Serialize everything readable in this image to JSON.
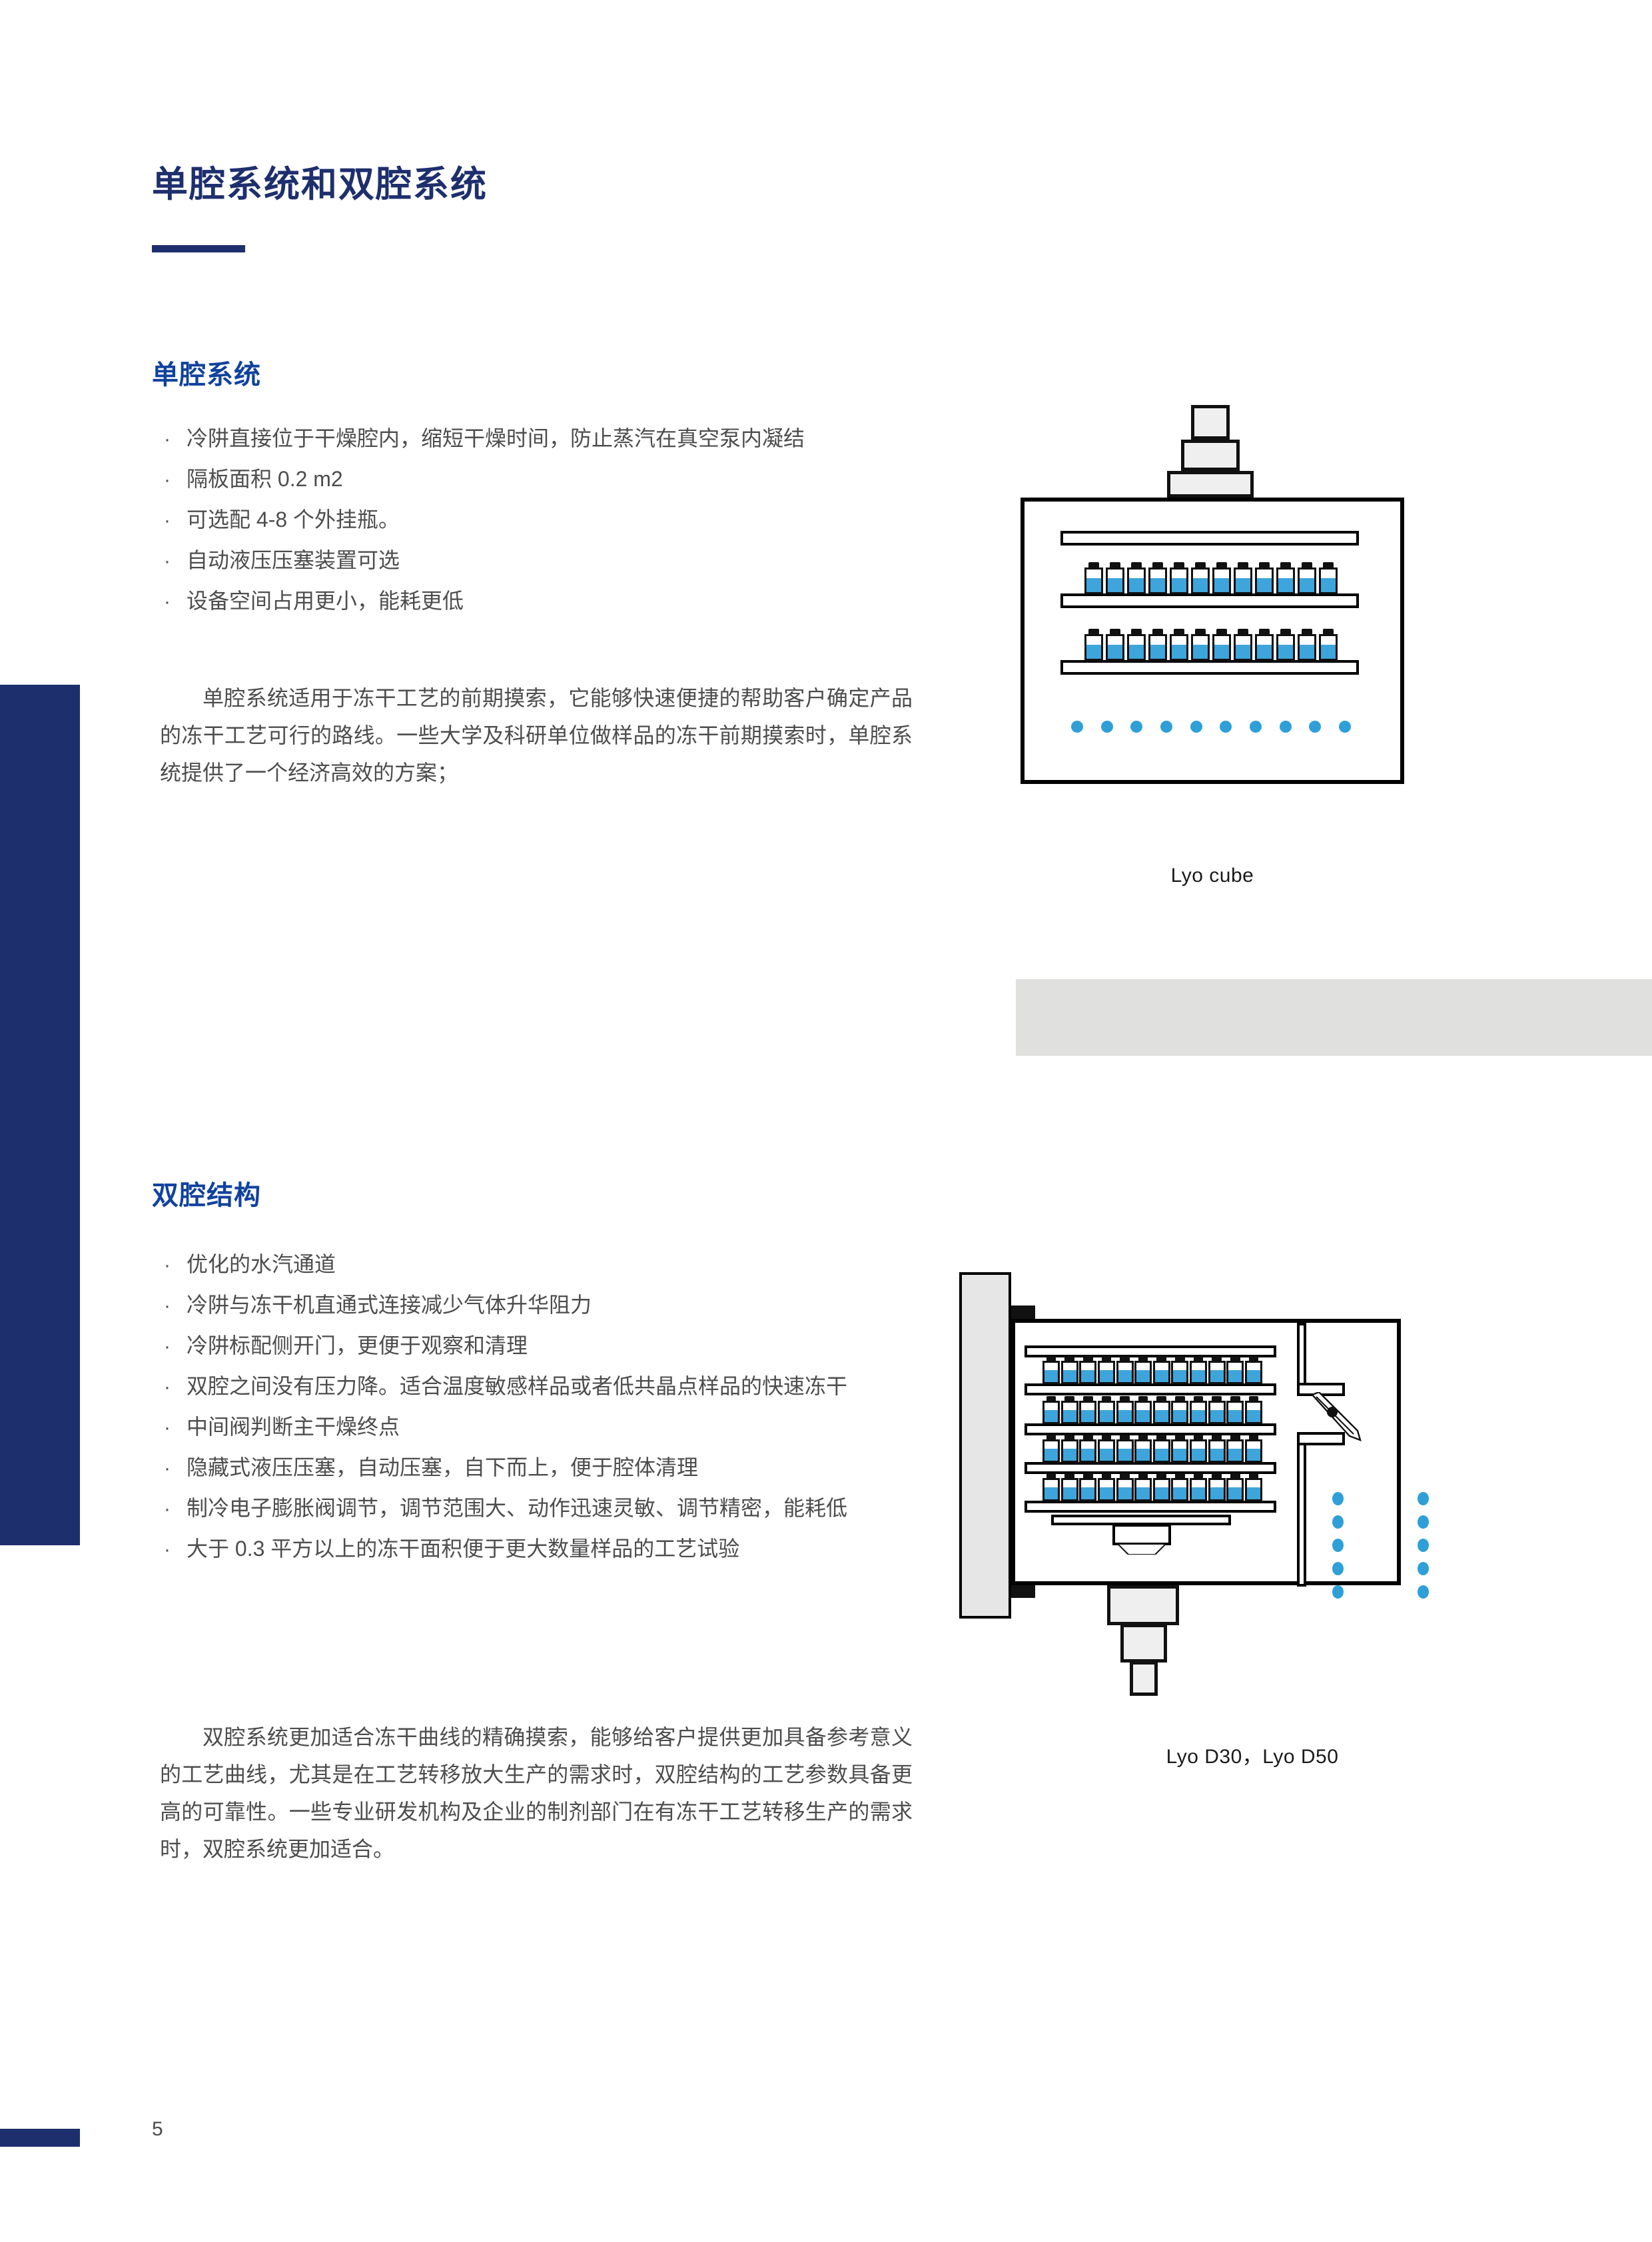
{
  "page": {
    "title": "单腔系统和双腔系统",
    "page_number": "5",
    "accent_navy": "#1e2f6e",
    "accent_blue": "#10429e",
    "vial_blue": "#3da5db",
    "band_grey": "#e0e0de"
  },
  "section1": {
    "heading": "单腔系统",
    "bullets": [
      "冷阱直接位于干燥腔内，缩短干燥时间，防止蒸汽在真空泵内凝结",
      "隔板面积 0.2 m2",
      "可选配 4-8 个外挂瓶。",
      "自动液压压塞装置可选",
      "设备空间占用更小，能耗更低"
    ],
    "paragraph": "单腔系统适用于冻干工艺的前期摸索，它能够快速便捷的帮助客户确定产品的冻干工艺可行的路线。一些大学及科研单位做样品的冻干前期摸索时，单腔系统提供了一个经济高效的方案；",
    "figure_caption": "Lyo cube"
  },
  "section2": {
    "heading": "双腔结构",
    "bullets": [
      "优化的水汽通道",
      "冷阱与冻干机直通式连接减少气体升华阻力",
      "冷阱标配侧开门，更便于观察和清理",
      "双腔之间没有压力降。适合温度敏感样品或者低共晶点样品的快速冻干",
      "中间阀判断主干燥终点",
      "隐藏式液压压塞，自动压塞，自下而上，便于腔体清理",
      "制冷电子膨胀阀调节，调节范围大、动作迅速灵敏、调节精密，能耗低",
      "大于 0.3 平方以上的冻干面积便于更大数量样品的工艺试验"
    ],
    "paragraph": "双腔系统更加适合冻干曲线的精确摸索，能够给客户提供更加具备参考意义的工艺曲线，尤其是在工艺转移放大生产的需求时，双腔结构的工艺参数具备更高的可靠性。一些专业研发机构及企业的制剂部门在有冻干工艺转移生产的需求时，双腔系统更加适合。",
    "figure_caption": "Lyo D30，Lyo D50"
  },
  "figure1": {
    "name": "lyo-cube-diagram",
    "shelf_count": 3,
    "vial_rows": 2,
    "vials_per_row": 12,
    "condenser_dots": 10,
    "stack_steps": 3
  },
  "figure2": {
    "name": "lyo-d30-d50-diagram",
    "shelf_count": 5,
    "vial_rows": 4,
    "vials_per_row": 12,
    "condenser_dot_columns": 2,
    "condenser_dots_per_column": 5,
    "has_door_panel": true,
    "has_intermediate_valve": true,
    "has_hydraulic_stopper": true
  },
  "bullet_marker": "·"
}
